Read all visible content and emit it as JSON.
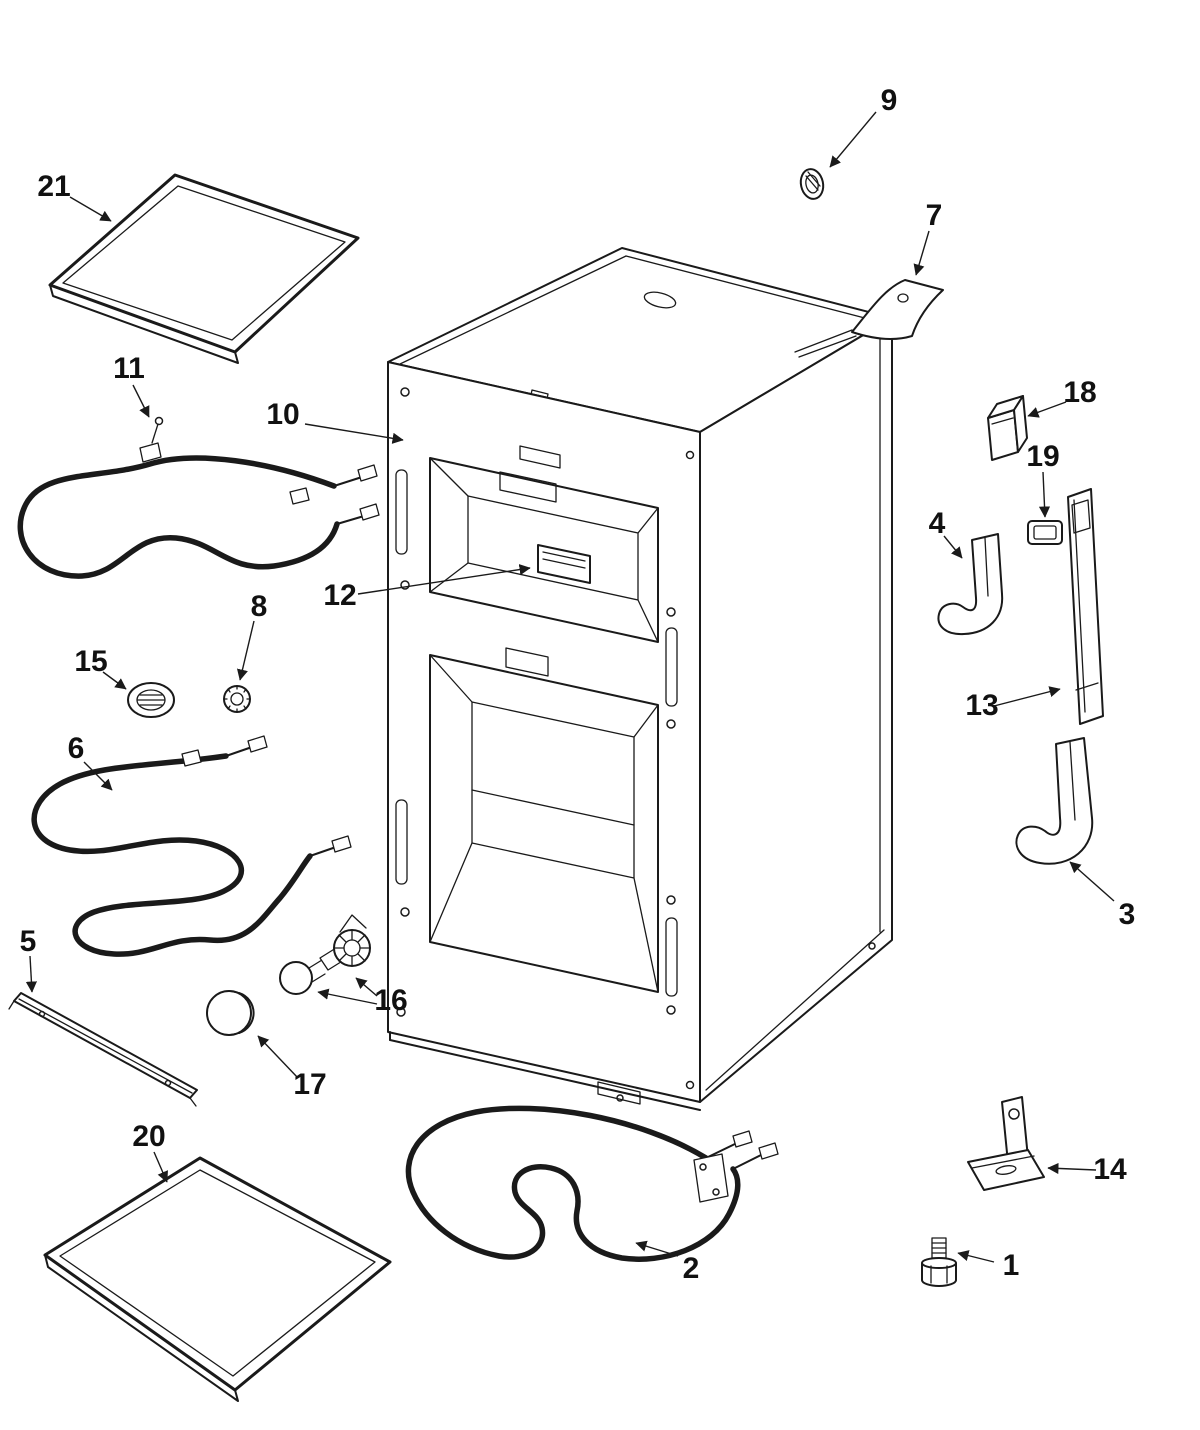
{
  "diagram": {
    "background": "#ffffff",
    "line_color": "#1a1a1a",
    "type": "exploded-parts-diagram",
    "callouts": [
      {
        "label": "1",
        "part": "hex-leveling-screw"
      },
      {
        "label": "2",
        "part": "heating-element-lower"
      },
      {
        "label": "3",
        "part": "leg-bracket-rear"
      },
      {
        "label": "4",
        "part": "leg-bracket-front"
      },
      {
        "label": "5",
        "part": "trim-strip"
      },
      {
        "label": "6",
        "part": "heating-element-middle"
      },
      {
        "label": "7",
        "part": "mounting-bracket-top"
      },
      {
        "label": "8",
        "part": "grommet-small"
      },
      {
        "label": "9",
        "part": "grommet-oval"
      },
      {
        "label": "10",
        "part": "oven-body"
      },
      {
        "label": "11",
        "part": "heating-element-upper"
      },
      {
        "label": "12",
        "part": "rating-plate"
      },
      {
        "label": "13",
        "part": "side-trim"
      },
      {
        "label": "14",
        "part": "mounting-bracket-bottom"
      },
      {
        "label": "15",
        "part": "round-cap"
      },
      {
        "label": "16",
        "part": "lamp-socket-assembly"
      },
      {
        "label": "17",
        "part": "lamp-lens"
      },
      {
        "label": "18",
        "part": "spacer-block"
      },
      {
        "label": "19",
        "part": "clip-plate"
      },
      {
        "label": "20",
        "part": "oven-rack-lower"
      },
      {
        "label": "21",
        "part": "oven-rack-upper"
      }
    ]
  }
}
